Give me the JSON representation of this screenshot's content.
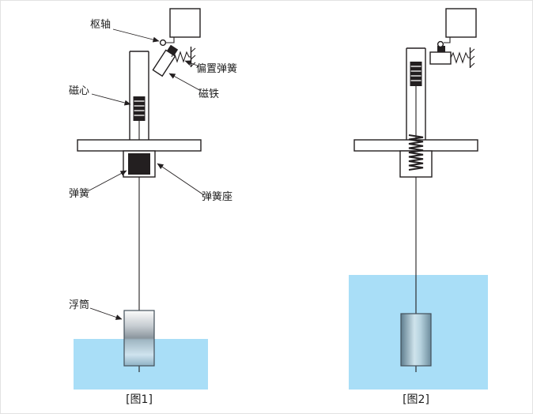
{
  "colors": {
    "background": "#ffffff",
    "line": "#231f20",
    "liquid": "#a9def7"
  },
  "fig1": {
    "caption": "[图1]",
    "labels": {
      "pivot": "枢轴",
      "bias_spring": "偏置弹簧",
      "magnet": "磁铁",
      "core": "磁心",
      "spring": "弹簧",
      "spring_seat": "弹簧座",
      "float": "浮筒"
    }
  },
  "fig2": {
    "caption": "[图2]"
  }
}
